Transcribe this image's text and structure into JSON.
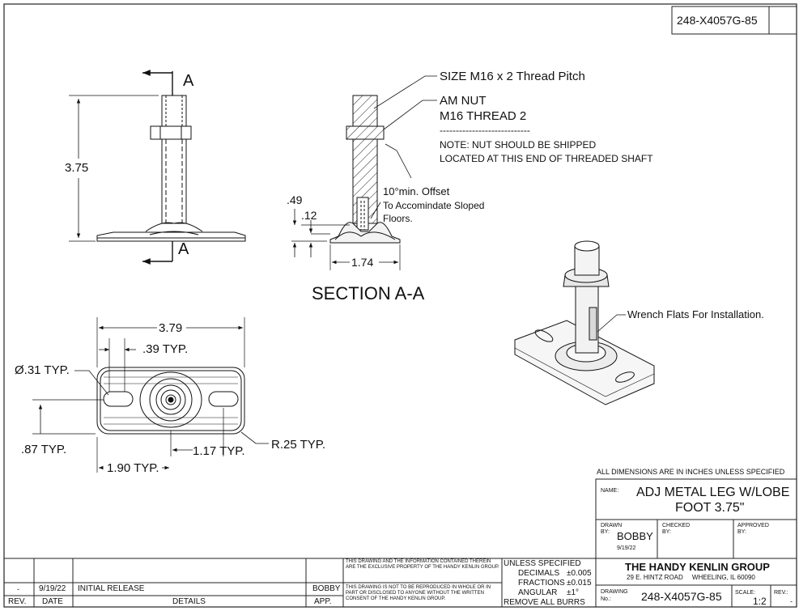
{
  "drawing_number_top": "248-X4057G-85",
  "section": {
    "label_top": "A",
    "label_bottom": "A",
    "title": "SECTION A-A"
  },
  "dimensions": {
    "height": "3.75",
    "d049": ".49",
    "d012": ".12",
    "d174": "1.74",
    "d379": "3.79",
    "d039": ".39 TYP.",
    "d031": "Ø.31 TYP.",
    "d087": ".87 TYP.",
    "d117": "1.17 TYP.",
    "d190": "1.90 TYP.",
    "r025": "R.25 TYP."
  },
  "notes": {
    "thread_size": "SIZE M16 x 2 Thread Pitch",
    "nut_line1": "AM NUT",
    "nut_line2": "M16 THREAD 2",
    "dashes": "----------------------------",
    "ship_line1": "NOTE: NUT SHOULD BE SHIPPED",
    "ship_line2": "LOCATED AT THIS END OF THREADED SHAFT",
    "offset_line1": "10°min. Offset",
    "offset_line2": "To Accomindate Sloped",
    "offset_line3": "Floors.",
    "wrench": "Wrench Flats For Installation."
  },
  "title_block": {
    "all_dims": "ALL DIMENSIONS ARE IN INCHES UNLESS SPECIFIED",
    "name_label": "NAME:",
    "name_line1": "ADJ METAL LEG W/LOBE",
    "name_line2": "FOOT 3.75\"",
    "drawn_label": "DRAWN BY:",
    "drawn_by": "BOBBY",
    "drawn_date": "9/19/22",
    "checked_label": "CHECKED BY:",
    "approved_label": "APPROVED BY:",
    "company": "THE HANDY KENLIN GROUP",
    "address": "29 E. HINTZ ROAD     WHEELING, IL 60090",
    "drawing_label": "DRAWING No.:",
    "drawing_no": "248-X4057G-85",
    "scale_label": "SCALE:",
    "scale": "1:2",
    "rev_label": "REV.:",
    "rev": "-",
    "unless": "UNLESS SPECIFIED",
    "decimals": "DECIMALS",
    "decimals_tol": "±0.005",
    "fractions": "FRACTIONS",
    "fractions_tol": "±0.015",
    "angular": "ANGULAR",
    "angular_tol": "±1°",
    "burrs": "REMOVE ALL BURRS",
    "prop_note": "THIS DRAWING AND THE INFORMATION CONTAINED THEREIN ARE THE EXCLUSIVE PROPERTY OF THE HANDY KENLIN GROUP.",
    "repro_note": "THIS DRAWING IS NOT TO BE REPRODUCED IN WHOLE OR IN PART OR DISCLOSED TO ANYONE WITHOUT THE WRITTEN CONSENT OF THE HANDY KENLIN GROUP."
  },
  "revision": {
    "headers": [
      "REV.",
      "DATE",
      "DETAILS",
      "APP."
    ],
    "rows": [
      {
        "rev": "-",
        "date": "9/19/22",
        "details": "INITIAL RELEASE",
        "app": "BOBBY"
      }
    ]
  }
}
